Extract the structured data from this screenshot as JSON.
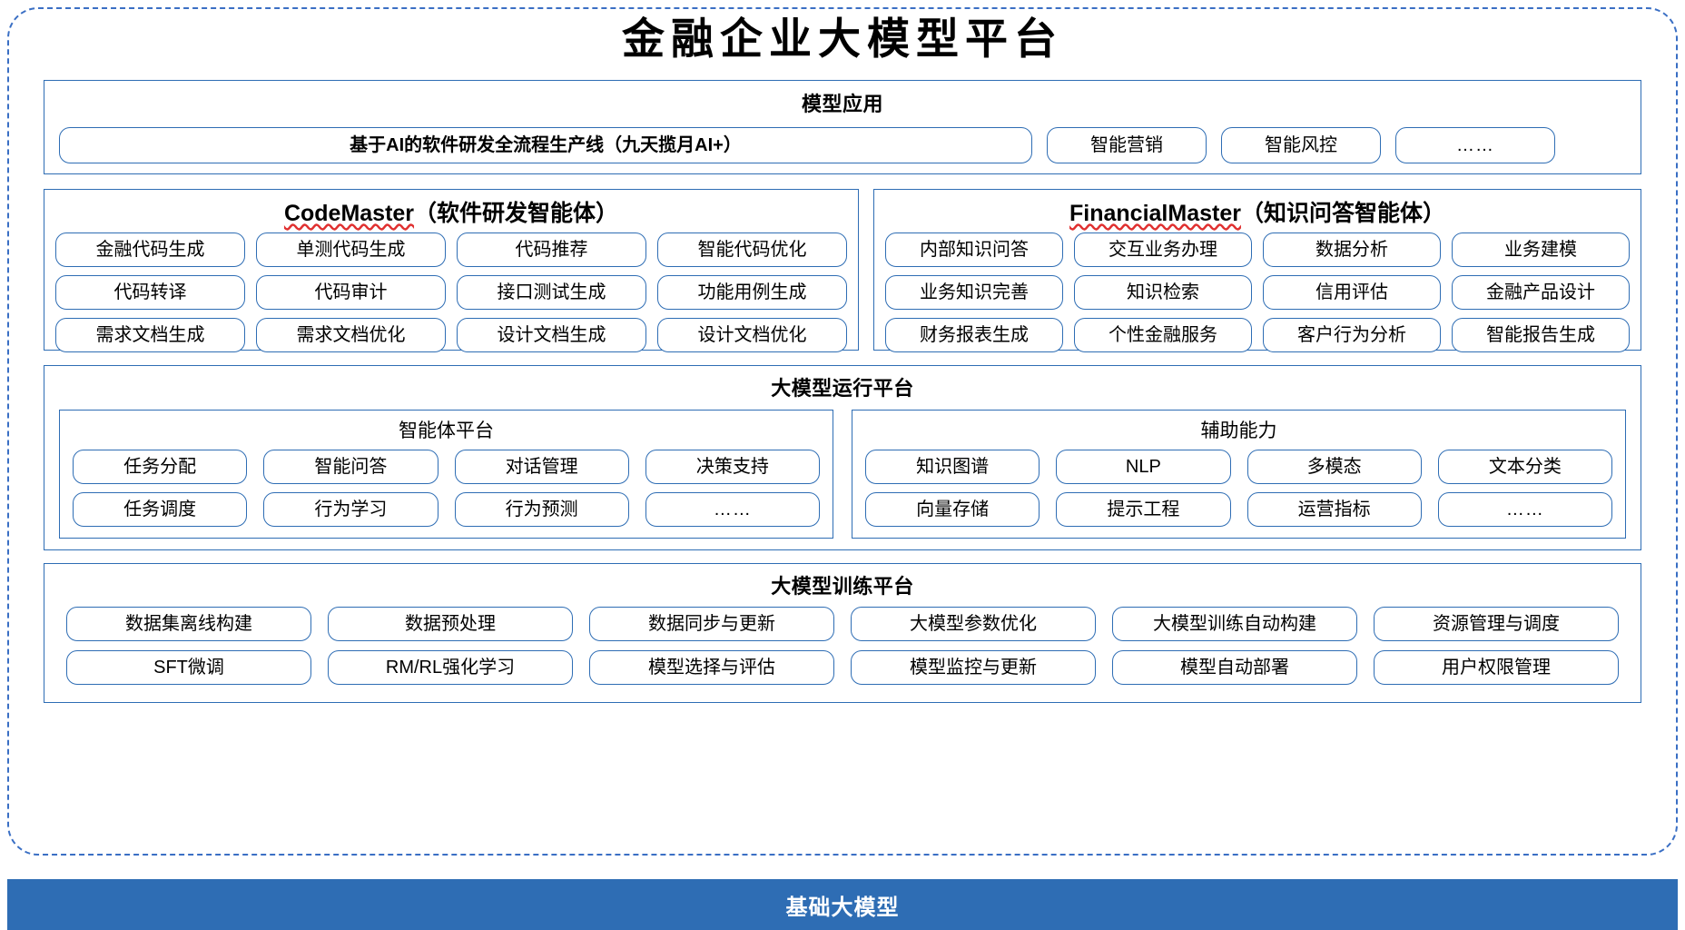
{
  "diagram": {
    "title": "金融企业大模型平台",
    "accent_color": "#2e6db4",
    "frame_border_color": "#3a6fc4",
    "spellcheck_underline_color": "#e03030"
  },
  "model_application": {
    "title": "模型应用",
    "primary_pipeline": "基于AI的软件研发全流程生产线（九天揽月AI+）",
    "apps": [
      "智能营销",
      "智能风控",
      "……"
    ]
  },
  "agents": [
    {
      "name": "CodeMaster",
      "subtitle": "（软件研发智能体）",
      "capabilities": [
        "金融代码生成",
        "单测代码生成",
        "代码推荐",
        "智能代码优化",
        "代码转译",
        "代码审计",
        "接口测试生成",
        "功能用例生成",
        "需求文档生成",
        "需求文档优化",
        "设计文档生成",
        "设计文档优化"
      ]
    },
    {
      "name": "FinancialMaster",
      "subtitle": "（知识问答智能体）",
      "capabilities": [
        "内部知识问答",
        "交互业务办理",
        "数据分析",
        "业务建模",
        "业务知识完善",
        "知识检索",
        "信用评估",
        "金融产品设计",
        "财务报表生成",
        "个性金融服务",
        "客户行为分析",
        "智能报告生成"
      ]
    }
  ],
  "runtime_platform": {
    "title": "大模型运行平台",
    "panels": [
      {
        "title": "智能体平台",
        "items": [
          "任务分配",
          "智能问答",
          "对话管理",
          "决策支持",
          "任务调度",
          "行为学习",
          "行为预测",
          "……"
        ]
      },
      {
        "title": "辅助能力",
        "items": [
          "知识图谱",
          "NLP",
          "多模态",
          "文本分类",
          "向量存储",
          "提示工程",
          "运营指标",
          "……"
        ]
      }
    ]
  },
  "training_platform": {
    "title": "大模型训练平台",
    "items": [
      "数据集离线构建",
      "数据预处理",
      "数据同步与更新",
      "大模型参数优化",
      "大模型训练自动构建",
      "资源管理与调度",
      "SFT微调",
      "RM/RL强化学习",
      "模型选择与评估",
      "模型监控与更新",
      "模型自动部署",
      "用户权限管理"
    ]
  },
  "foundation": {
    "label": "基础大模型"
  }
}
